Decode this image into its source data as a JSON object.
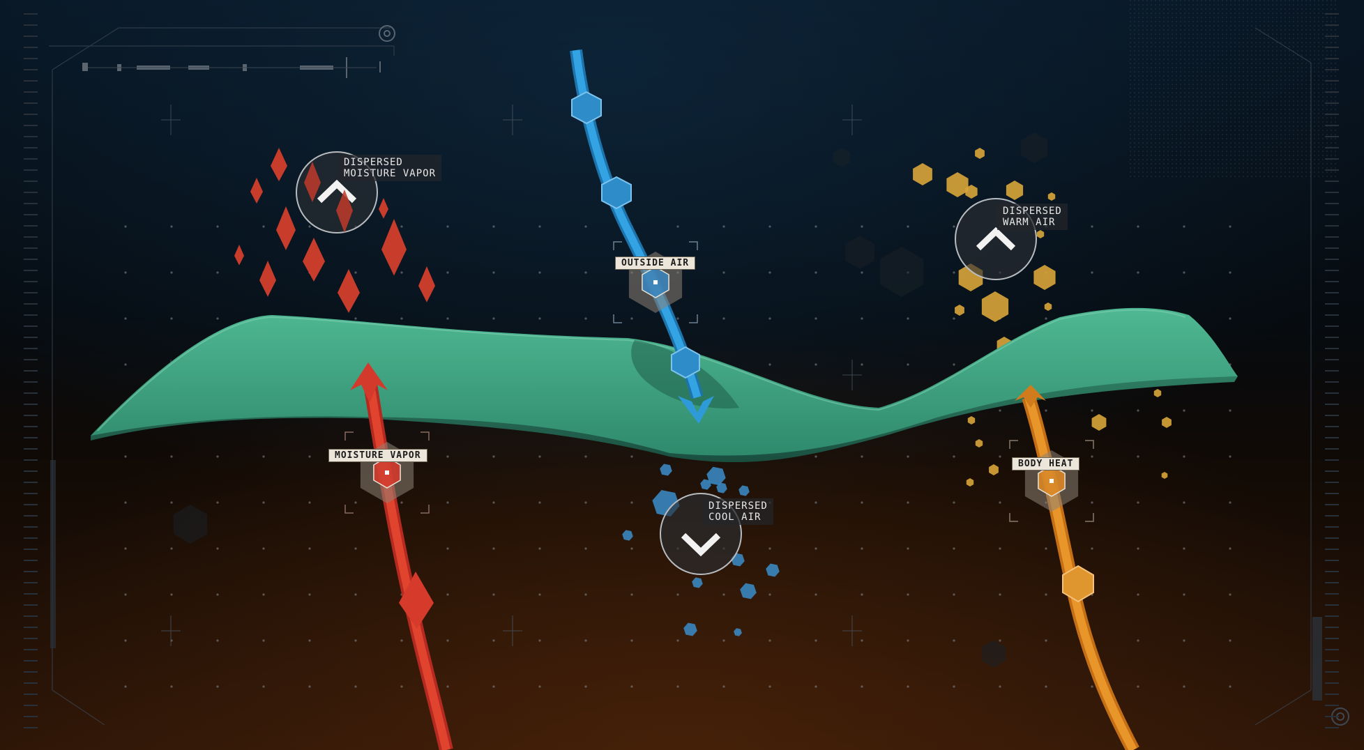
{
  "labels": {
    "outside_air": "OUTSIDE AIR",
    "moisture_vapor": "MOISTURE VAPOR",
    "body_heat": "BODY HEAT",
    "dispersed_moisture": [
      "DISPERSED",
      "MOISTURE VAPOR"
    ],
    "dispersed_warm": [
      "DISPERSED",
      "WARM AIR"
    ],
    "dispersed_cool": [
      "DISPERSED",
      "COOL AIR"
    ]
  },
  "colors": {
    "background_top": "#071421",
    "background_bottom": "#2a1406",
    "fabric": "#3f9e80",
    "fabric_shadow": "#1d5a49",
    "outside_air_arrow": "#2b93d6",
    "moisture_arrow": "#d8392c",
    "body_heat_arrow": "#e08a22",
    "warm_particles": "#d9a53a",
    "cool_particles": "#3a86c0",
    "moisture_drops": "#c83c2c"
  },
  "icons": {
    "up_chevron": "up-chevron-icon",
    "down_chevron": "down-chevron-icon",
    "hexagon_marker": "hexagon-icon",
    "reticle": "target-reticle-icon"
  }
}
